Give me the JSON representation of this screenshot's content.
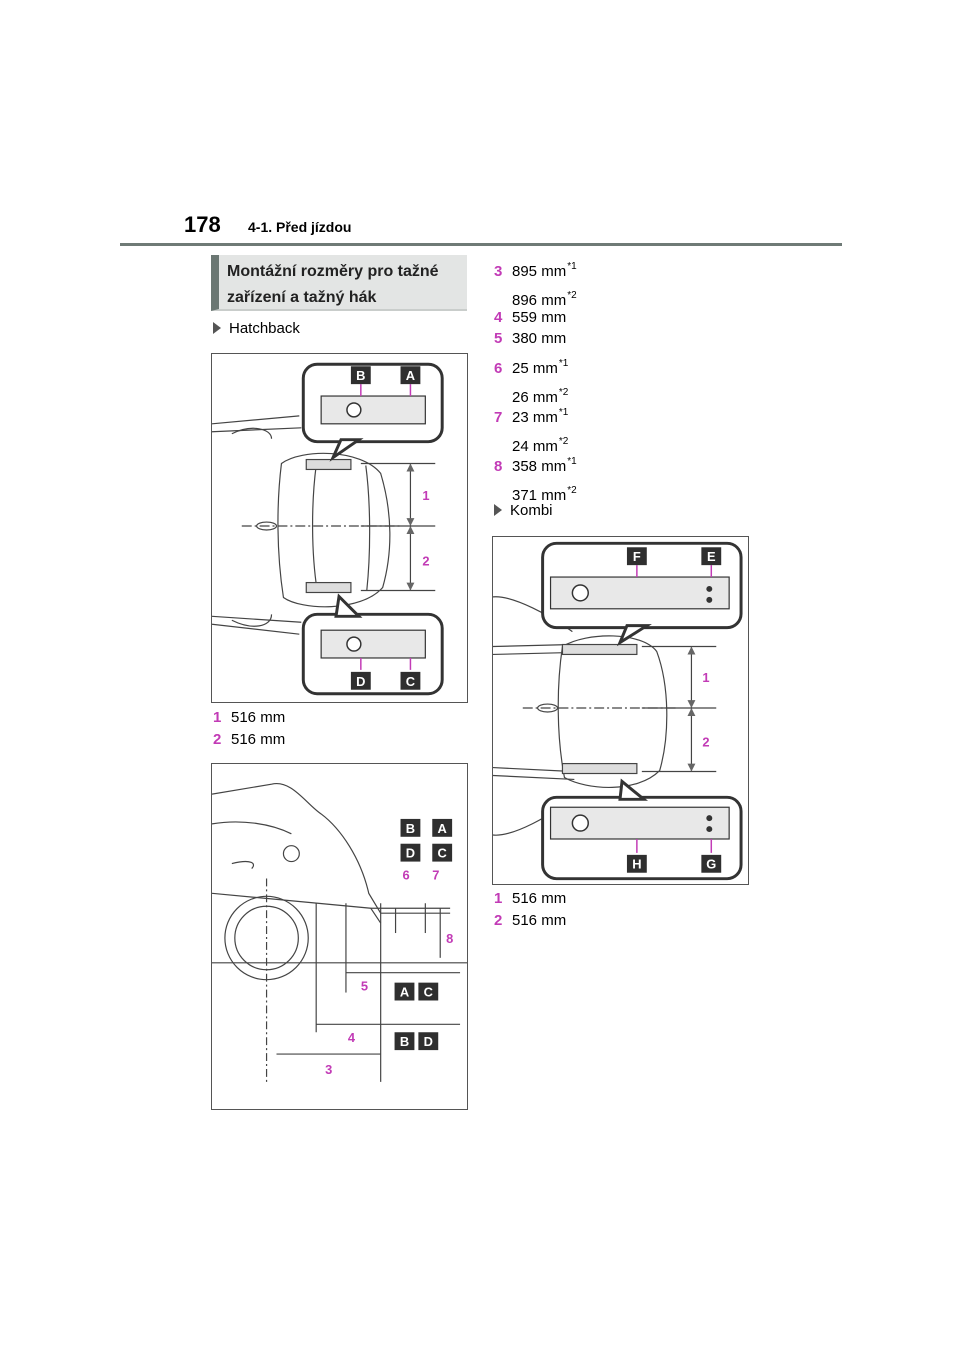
{
  "header": {
    "page_number": "178",
    "section": "4-1. Před jízdou"
  },
  "title": {
    "line1": "Montážní rozměry pro tažné",
    "line2": "zařízení a tažný hák"
  },
  "hatchback": {
    "label": "Hatchback",
    "fig1_callouts": {
      "a": "A",
      "b": "B",
      "c": "C",
      "d": "D",
      "n1": "1",
      "n2": "2"
    },
    "items": [
      {
        "num": "1",
        "value": "516 mm"
      },
      {
        "num": "2",
        "value": "516 mm"
      }
    ],
    "fig2_callouts": {
      "a1": "A",
      "b1": "B",
      "c1": "C",
      "d1": "D",
      "a2": "A",
      "c2": "C",
      "b2": "B",
      "d2": "D",
      "n3": "3",
      "n4": "4",
      "n5": "5",
      "n6": "6",
      "n7": "7",
      "n8": "8"
    }
  },
  "right_items": [
    {
      "num": "3",
      "value": "895 mm",
      "sup": "*1",
      "value2": "896 mm",
      "sup2": "*2"
    },
    {
      "num": "4",
      "value": "559 mm"
    },
    {
      "num": "5",
      "value": "380 mm"
    },
    {
      "num": "6",
      "value": "25 mm",
      "sup": "*1",
      "value2": "26 mm",
      "sup2": "*2"
    },
    {
      "num": "7",
      "value": "23 mm",
      "sup": "*1",
      "value2": "24 mm",
      "sup2": "*2"
    },
    {
      "num": "8",
      "value": "358 mm",
      "sup": "*1",
      "value2": "371 mm",
      "sup2": "*2"
    }
  ],
  "kombi": {
    "label": "Kombi",
    "fig_callouts": {
      "e": "E",
      "f": "F",
      "g": "G",
      "h": "H",
      "n1": "1",
      "n2": "2"
    },
    "items": [
      {
        "num": "1",
        "value": "516 mm"
      },
      {
        "num": "2",
        "value": "516 mm"
      }
    ]
  },
  "colors": {
    "accent": "#c23bb6",
    "callout_bg": "#2f2f2f",
    "rule": "#6f7a76"
  }
}
